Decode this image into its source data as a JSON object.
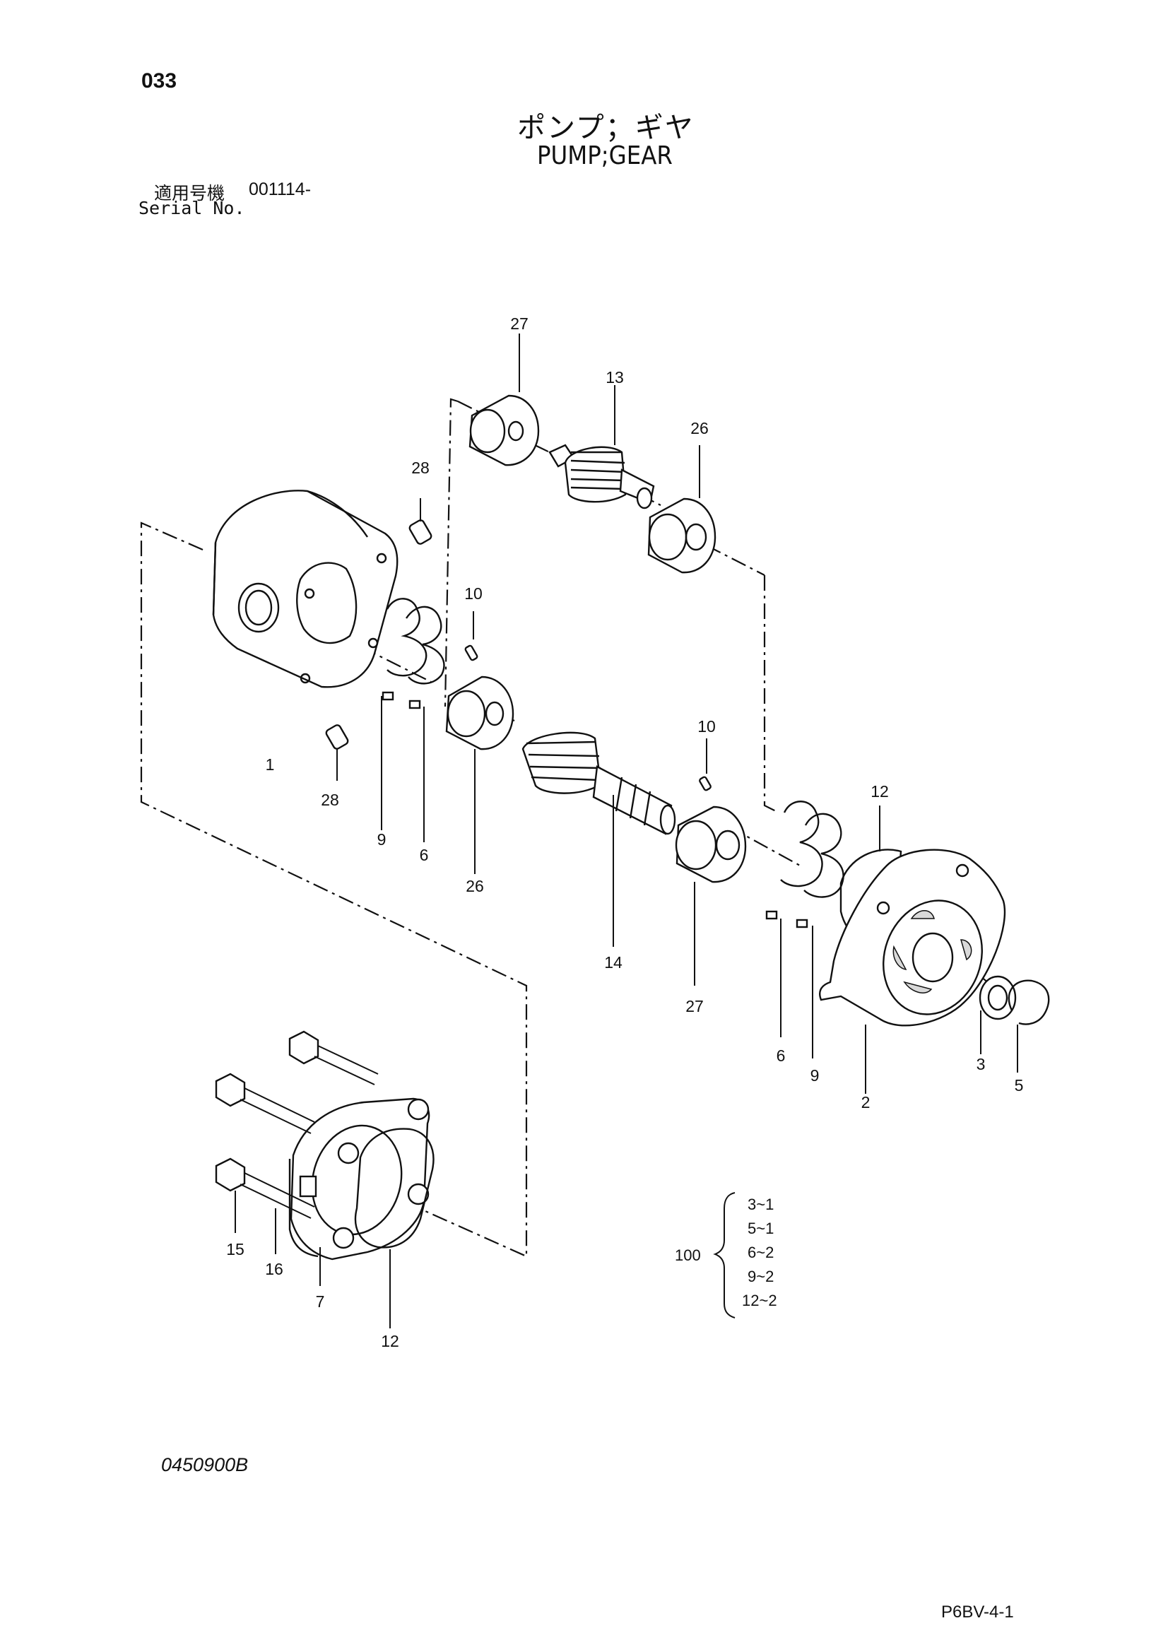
{
  "page_number": "033",
  "title_jp": "ポンプ；ギヤ",
  "title_en": "PUMP;GEAR",
  "serial_label_jp": "適用号機",
  "serial_value": "001114-",
  "serial_label_en": "Serial No.",
  "doc_code": "0450900B",
  "page_code": "P6BV-4-1",
  "callouts": {
    "c27_top": "27",
    "c13": "13",
    "c26_top": "26",
    "c28_top": "28",
    "c10_left": "10",
    "c10_right": "10",
    "c12_right": "12",
    "c1": "1",
    "c28_bottom": "28",
    "c9_left": "9",
    "c6_left": "6",
    "c26_mid": "26",
    "c14": "14",
    "c27_mid": "27",
    "c6_right": "6",
    "c9_right": "9",
    "c2": "2",
    "c3": "3",
    "c5": "5",
    "c15": "15",
    "c16": "16",
    "c7": "7",
    "c12_bottom": "12"
  },
  "kit": {
    "number": "100",
    "items": [
      "3~1",
      "5~1",
      "6~2",
      "9~2",
      "12~2"
    ]
  }
}
